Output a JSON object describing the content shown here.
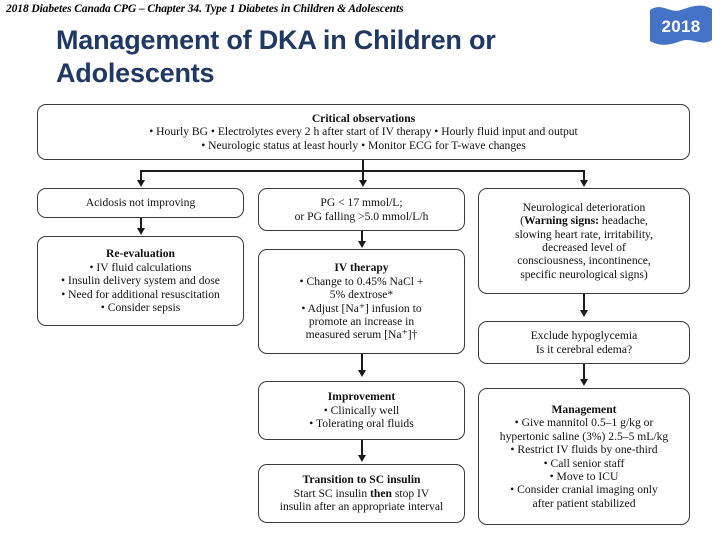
{
  "header": {
    "breadcrumb": "2018 Diabetes Canada CPG – Chapter 34.  Type 1 Diabetes in Children & Adolescents"
  },
  "ribbon": {
    "year": "2018",
    "color": "#4472C4"
  },
  "title": {
    "text": "Management of DKA in Children or Adolescents",
    "color": "#1F3864"
  },
  "flowchart": {
    "type": "flowchart",
    "top": {
      "heading": "Critical  observations",
      "line1": "• Hourly BG • Electrolytes every 2 h after start of IV therapy • Hourly fluid input and output",
      "line2": "• Neurologic status at least hourly • Monitor ECG for T-wave changes"
    },
    "left": {
      "node1": {
        "text": "Acidosis not improving"
      },
      "node2": {
        "heading": "Re-evaluation",
        "bullets": [
          "• IV fluid calculations",
          "• Insulin delivery system and dose",
          "• Need for additional resuscitation",
          "• Consider sepsis"
        ]
      }
    },
    "middle": {
      "node1": {
        "line1": "PG < 17 mmol/L;",
        "line2": "or PG falling >5.0 mmol/L/h"
      },
      "node2": {
        "heading": "IV therapy",
        "lines": [
          "• Change to 0.45% NaCl +",
          "5% dextrose*",
          "• Adjust [Na⁺] infusion to",
          "promote an increase in",
          "measured serum [Na⁺]†"
        ]
      },
      "node3": {
        "heading": "Improvement",
        "bullets": [
          "• Clinically well",
          "• Tolerating oral fluids"
        ]
      },
      "node4": {
        "heading": "Transition to SC insulin",
        "line1_a": "Start SC insulin ",
        "line1_b": "then",
        "line1_c": " stop IV",
        "line2": "insulin after an appropriate interval"
      }
    },
    "right": {
      "node1": {
        "line1": "Neurological deterioration",
        "line2_a": "(",
        "line2_b": "Warning signs:",
        "line2_c": " headache,",
        "line3": "slowing heart rate, irritability,",
        "line4": "decreased level of",
        "line5": "consciousness, incontinence,",
        "line6": "specific neurological signs)"
      },
      "node2": {
        "line1": "Exclude hypoglycemia",
        "line2": "Is it cerebral edema?"
      },
      "node3": {
        "heading": "Management",
        "lines": [
          "• Give mannitol 0.5–1 g/kg or",
          "hypertonic saline (3%) 2.5–5 mL/kg",
          "• Restrict  IV fluids by one-third",
          "• Call senior staff",
          "• Move to ICU",
          "• Consider cranial imaging only",
          "after patient stabilized"
        ]
      }
    }
  }
}
